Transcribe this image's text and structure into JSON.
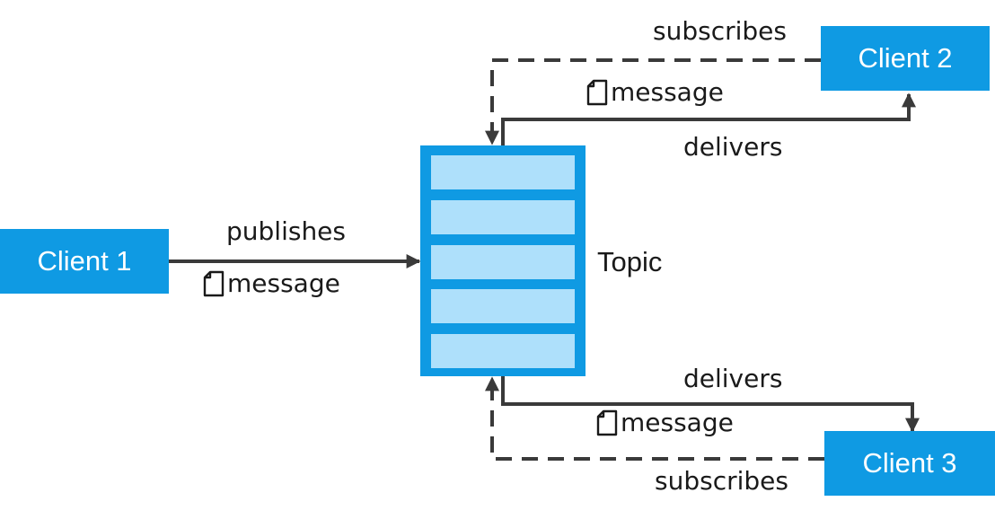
{
  "clients": {
    "client1": {
      "label": "Client 1"
    },
    "client2": {
      "label": "Client 2"
    },
    "client3": {
      "label": "Client 3"
    }
  },
  "topic": {
    "label": "Topic",
    "slot_count": 5
  },
  "edges": {
    "publish": {
      "label": "publishes",
      "message": "message"
    },
    "deliver_top": {
      "label": "delivers",
      "message": "message"
    },
    "subscribe_top": {
      "label": "subscribes"
    },
    "deliver_bottom": {
      "label": "delivers",
      "message": "message"
    },
    "subscribe_bottom": {
      "label": "subscribes"
    }
  },
  "colors": {
    "client_fill": "#0f9ae3",
    "topic_fill": "#0f9ae3",
    "slot_fill": "#aee0fb",
    "line": "#3a3a3a"
  }
}
